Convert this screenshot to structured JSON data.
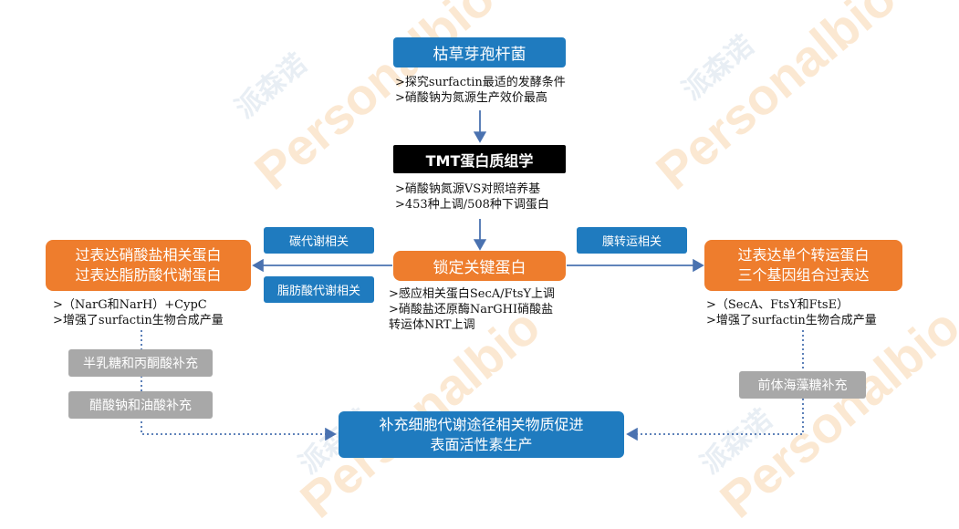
{
  "watermarks": [
    "派森诺",
    "Personalbio"
  ],
  "nodes": {
    "source": "枯草芽孢杆菌",
    "tmt": "TMT蛋白质组学",
    "key": "锁定关键蛋白",
    "left_line1": "过表达硝酸盐相关蛋白",
    "left_line2": "过表达脂肪酸代谢蛋白",
    "right_line1": "过表达单个转运蛋白",
    "right_line2": "三个基因组合过表达",
    "bottom_line1": "补充细胞代谢途径相关物质促进",
    "bottom_line2": "表面活性素生产"
  },
  "tags": {
    "carbon": "碳代谢相关",
    "fatty": "脂肪酸代谢相关",
    "membrane": "膜转运相关"
  },
  "supplements": {
    "left1": "半乳糖和丙酮酸补充",
    "left2": "醋酸钠和油酸补充",
    "right1": "前体海藻糖补充"
  },
  "notes": {
    "source_1": ">探究surfactin最适的发酵条件",
    "source_2": ">硝酸钠为氮源生产效价最高",
    "tmt_1": ">硝酸钠氮源VS对照培养基",
    "tmt_2": ">453种上调/508种下调蛋白",
    "key_1": ">感应相关蛋白SecA/FtsY上调",
    "key_2": ">硝酸盐还原酶NarGHI硝酸盐",
    "key_3": "转运体NRT上调",
    "left_1": ">（NarG和NarH）+CypC",
    "left_2": ">增强了surfactin生物合成产量",
    "right_1": ">（SecA、FtsY和FtsE）",
    "right_2": ">增强了surfactin生物合成产量"
  },
  "colors": {
    "blue": "#1f7bbf",
    "orange": "#ee7d2d",
    "black": "#000000",
    "gray": "#a8a8a8",
    "arrow": "#4a72b0"
  }
}
